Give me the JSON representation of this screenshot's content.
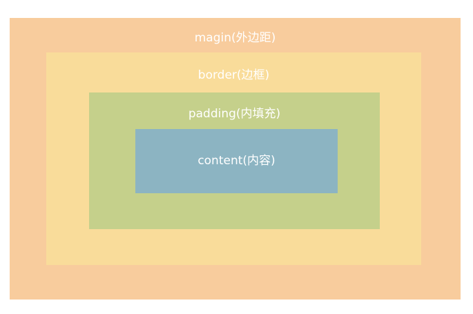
{
  "diagram": {
    "margin": {
      "label": "magin(外边距)",
      "color": "#F8CC9D"
    },
    "border": {
      "label": "border(边框)",
      "color": "#F9DC9A"
    },
    "padding": {
      "label": "padding(内填充)",
      "color": "#C5D08B"
    },
    "content": {
      "label": "content(内容)",
      "color": "#8CB4C2"
    }
  }
}
